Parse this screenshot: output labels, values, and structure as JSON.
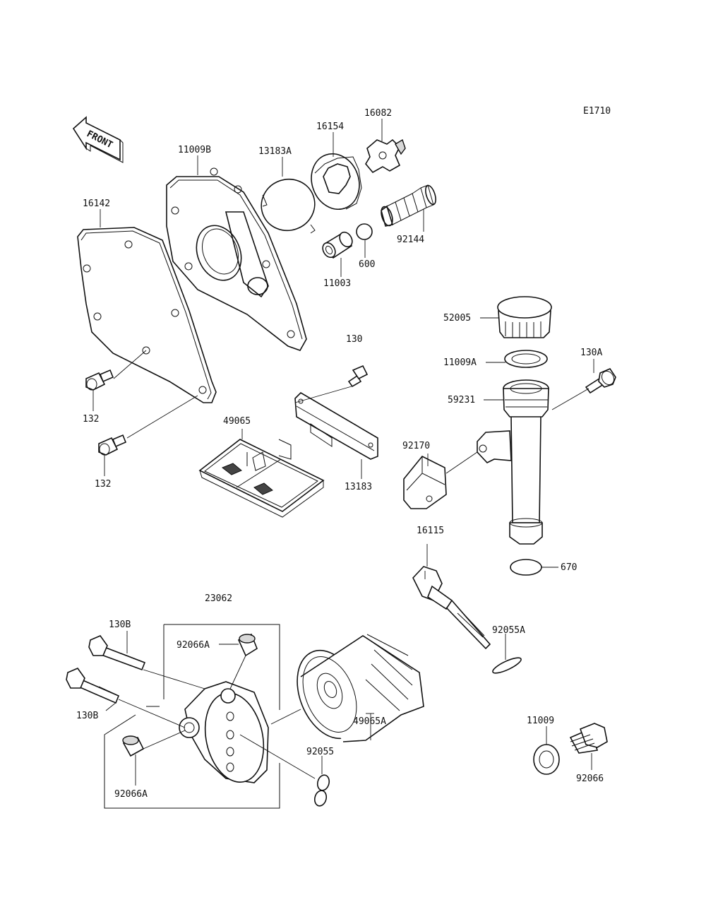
{
  "diagram_code": "E1710",
  "front_label": "FRONT",
  "labels": {
    "p16082": "16082",
    "p16154": "16154",
    "p13183A": "13183A",
    "p11009B": "11009B",
    "p16142": "16142",
    "p92144": "92144",
    "p600": "600",
    "p11003": "11003",
    "p52005": "52005",
    "p130": "130",
    "p130A": "130A",
    "p11009A": "11009A",
    "p59231": "59231",
    "p132a": "132",
    "p132b": "132",
    "p49065": "49065",
    "p13183": "13183",
    "p92170": "92170",
    "p16115": "16115",
    "p670": "670",
    "p23062": "23062",
    "p130Ba": "130B",
    "p130Bb": "130B",
    "p92066Aa": "92066A",
    "p92066Ab": "92066A",
    "p92055A": "92055A",
    "p49065A": "49065A",
    "p92055": "92055",
    "p11009": "11009",
    "p92066": "92066"
  }
}
